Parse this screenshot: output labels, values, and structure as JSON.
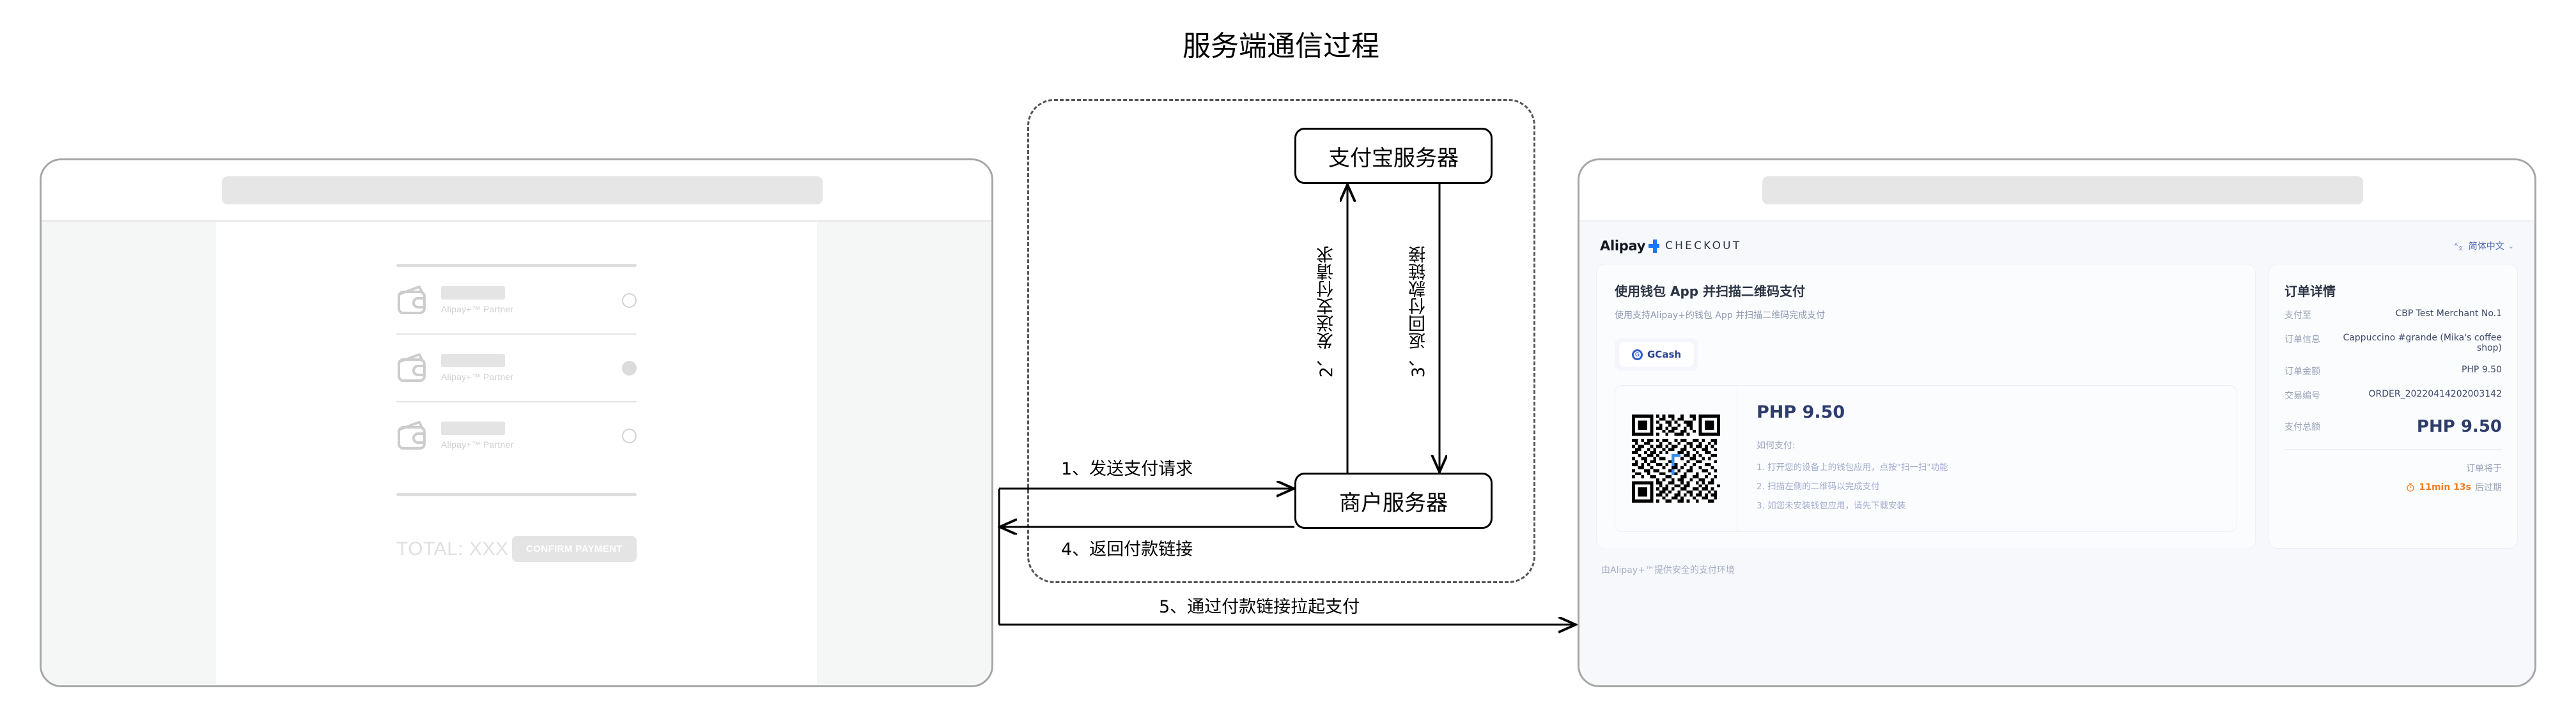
{
  "diagram": {
    "title": "服务端通信过程",
    "nodes": {
      "alipay_server": "支付宝服务器",
      "merchant_server": "商户服务器"
    },
    "edges": {
      "step1": "1、发送支付请求",
      "step2": "2、发送支付请求",
      "step3": "3、返回付款链接",
      "step4": "4、返回付款链接",
      "step5": "5、通过付款链接拉起支付"
    }
  },
  "left_browser": {
    "url_value": "",
    "url_placeholder": "",
    "payment_methods": [
      {
        "partner_label": "Alipay+™ Partner",
        "selected": false
      },
      {
        "partner_label": "Alipay+™ Partner",
        "selected": true
      },
      {
        "partner_label": "Alipay+™ Partner",
        "selected": false
      }
    ],
    "total_label": "TOTAL: XXX",
    "confirm_button": "CONFIRM PAYMENT"
  },
  "right_browser": {
    "url_value": "",
    "url_placeholder": "",
    "header": {
      "brand": "Alipay",
      "product": "CHECKOUT",
      "language": "简体中文",
      "lang_icon": "translate-icon",
      "chevron": "⌄"
    },
    "wallet_card": {
      "title": "使用钱包 App 并扫描二维码支付",
      "subtitle": "使用支持Alipay+的钱包 App 并扫描二维码完成支付",
      "tabs": [
        {
          "name": "GCash",
          "logo_letter": "G"
        }
      ],
      "qr": {
        "alt": "qr-code",
        "amount": "PHP 9.50",
        "howto_label": "如何支付:",
        "steps": [
          "1. 打开您的设备上的钱包应用，点按\"扫一扫\"功能",
          "2. 扫描左侧的二维码以完成支付",
          "3. 如您未安装钱包应用，请先下载安装"
        ]
      }
    },
    "order_card": {
      "title": "订单详情",
      "rows": [
        {
          "key": "支付至",
          "value": "CBP Test Merchant No.1"
        },
        {
          "key": "订单信息",
          "value": "Cappuccino #grande (Mika's coffee shop)"
        },
        {
          "key": "订单金额",
          "value": "PHP 9.50"
        },
        {
          "key": "交易编号",
          "value": "ORDER_20220414202003142"
        }
      ],
      "total_key": "支付总额",
      "total_value": "PHP 9.50",
      "expire_prefix": "订单将于",
      "timer_icon": "stopwatch-icon",
      "timer_value": "11min 13s",
      "expire_suffix": "后过期"
    },
    "footer": "由Alipay+™提供安全的支付环境"
  },
  "colors": {
    "accent_blue": "#1677ff",
    "deep_navy": "#2d3c6b",
    "timer_orange": "#f07c1e",
    "page_bg": "#f7f8fc",
    "wireframe_grey": "#d2d2d2"
  }
}
